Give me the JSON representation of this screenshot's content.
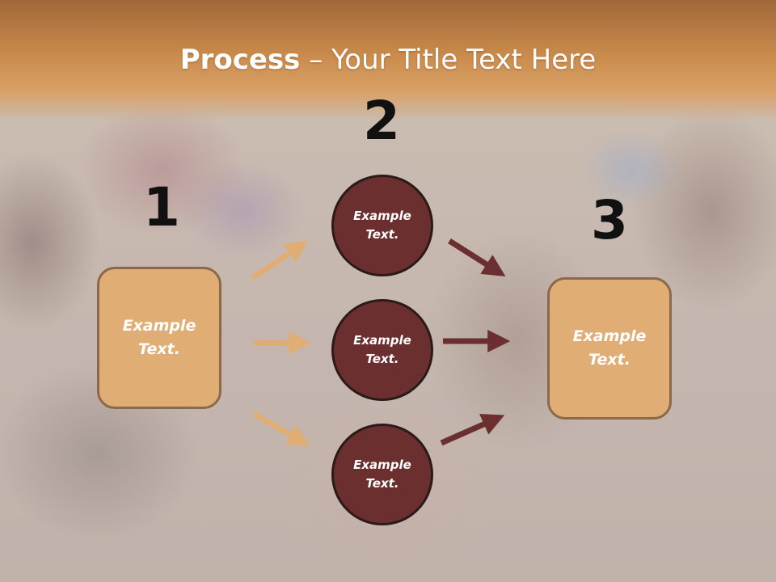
{
  "slide": {
    "title_bold": "Process",
    "title_rest": " – Your Title Text Here"
  },
  "steps": {
    "step1": "1",
    "step2": "2",
    "step3": "3"
  },
  "boxes": {
    "left": "Example\nText.",
    "right": "Example\nText."
  },
  "circles": {
    "top": "Example\nText.",
    "middle": "Example\nText.",
    "bottom": "Example\nText."
  },
  "colors": {
    "box_fill": "#e0ad75",
    "circle_fill": "#6b2f2f",
    "left_arrows": "#e0ad75",
    "right_arrows": "#6b2f2f",
    "header": "#c98b4b"
  }
}
